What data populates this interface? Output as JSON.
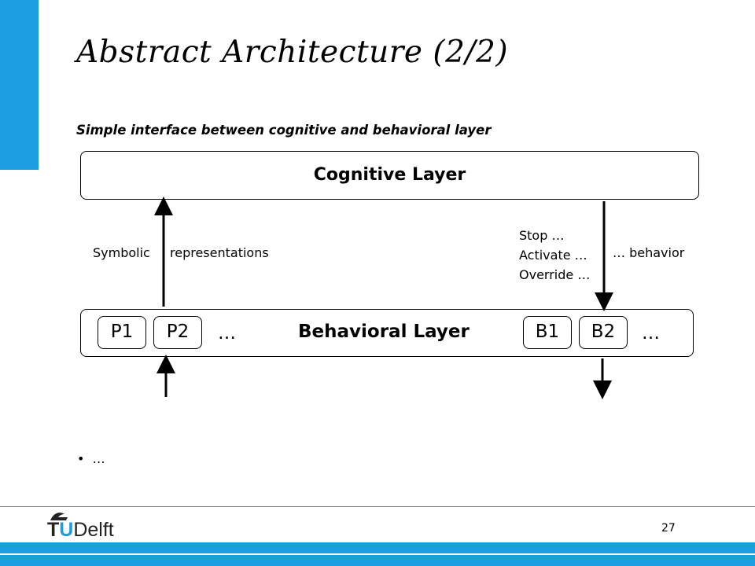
{
  "slide": {
    "title": "Abstract Architecture (2/2)",
    "subtitle": "Simple interface between cognitive and behavioral layer",
    "page_number": "27",
    "bullet": "…"
  },
  "diagram": {
    "cognitive_layer": "Cognitive Layer",
    "behavioral_layer": "Behavioral Layer",
    "perception_modules": [
      "P1",
      "P2"
    ],
    "behavior_modules": [
      "B1",
      "B2"
    ],
    "ellipsis": "…",
    "up_arrow_label_left": "Symbolic",
    "up_arrow_label_right": "representations",
    "commands": [
      "Stop …",
      "Activate …",
      "Override …"
    ],
    "command_suffix": "… behavior"
  },
  "logo": {
    "brand": "TUDelft",
    "t": "T",
    "u": "U",
    "delft": "Delft"
  },
  "colors": {
    "accent": "#1b9ee0"
  }
}
